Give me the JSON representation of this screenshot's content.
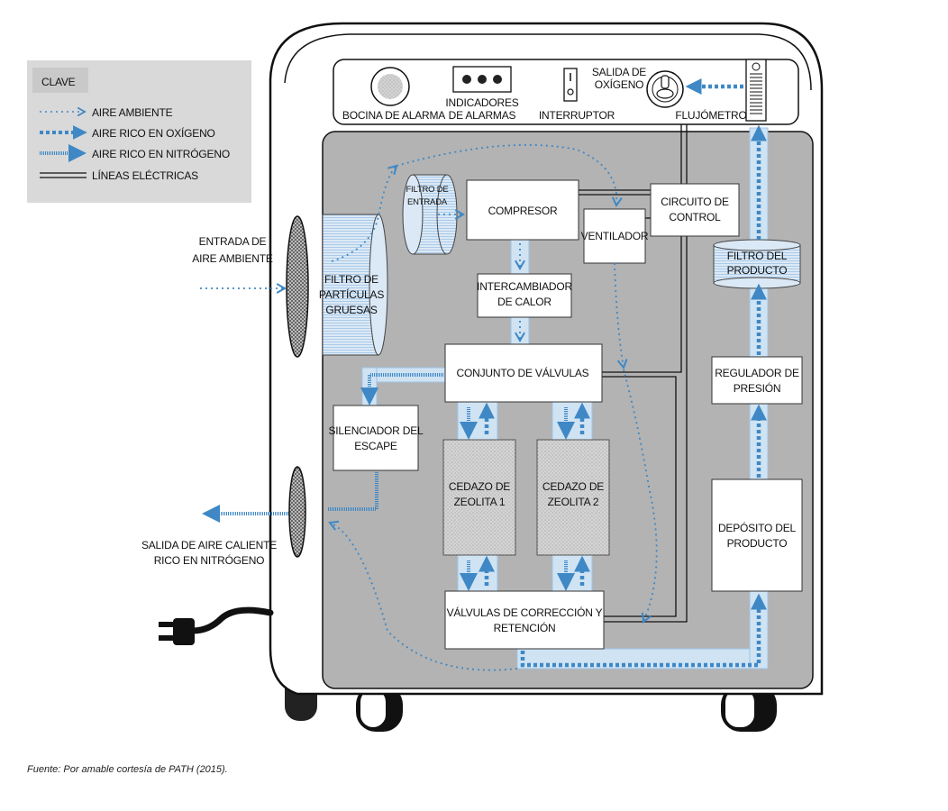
{
  "legend": {
    "title": "CLAVE",
    "items": [
      {
        "label": "AIRE AMBIENTE"
      },
      {
        "label": "AIRE RICO EN OXÍGENO"
      },
      {
        "label": "AIRE RICO EN NITRÓGENO"
      },
      {
        "label": "LÍNEAS ELÉCTRICAS"
      }
    ]
  },
  "top_panel": {
    "alarm_horn": "BOCINA DE ALARMA",
    "alarm_indicators": [
      "INDICADORES",
      "DE ALARMAS"
    ],
    "switch": "INTERRUPTOR",
    "oxygen_outlet": [
      "SALIDA DE",
      "OXÍGENO"
    ],
    "flowmeter": "FLUJÓMETRO"
  },
  "components": {
    "inlet_filter": [
      "FILTRO DE",
      "ENTRADA"
    ],
    "compressor": "COMPRESOR",
    "fan": "VENTILADOR",
    "control_circuit": [
      "CIRCUITO DE",
      "CONTROL"
    ],
    "coarse_filter": [
      "FILTRO DE",
      "PARTÍCULAS",
      "GRUESAS"
    ],
    "heat_exchanger": [
      "INTERCAMBIADOR",
      "DE CALOR"
    ],
    "valve_assembly": "CONJUNTO DE VÁLVULAS",
    "exhaust_silencer": [
      "SILENCIADOR DEL",
      "ESCAPE"
    ],
    "zeolite_1": [
      "CEDAZO DE",
      "ZEOLITA 1"
    ],
    "zeolite_2": [
      "CEDAZO DE",
      "ZEOLITA 2"
    ],
    "product_filter": [
      "FILTRO DEL",
      "PRODUCTO"
    ],
    "pressure_regulator": [
      "REGULADOR DE",
      "PRESIÓN"
    ],
    "product_tank": [
      "DEPÓSITO DEL",
      "PRODUCTO"
    ],
    "check_valves": [
      "VÁLVULAS DE CORRECCIÓN Y",
      "RETENCIÓN"
    ]
  },
  "external": {
    "air_inlet": [
      "ENTRADA DE",
      "AIRE AMBIENTE"
    ],
    "exhaust_outlet": [
      "SALIDA DE AIRE CALIENTE",
      "RICO EN NITRÓGENO"
    ]
  },
  "colors": {
    "ambient_air": "#3f88c5",
    "oxygen_air": "#3f88c5",
    "nitrogen_air": "#3f88c5",
    "interior": "#b3b3b3",
    "duct": "#cfe3f3",
    "zeolite": "#cfcfcf"
  },
  "source": "Fuente: Por amable cortesía de PATH (2015)."
}
